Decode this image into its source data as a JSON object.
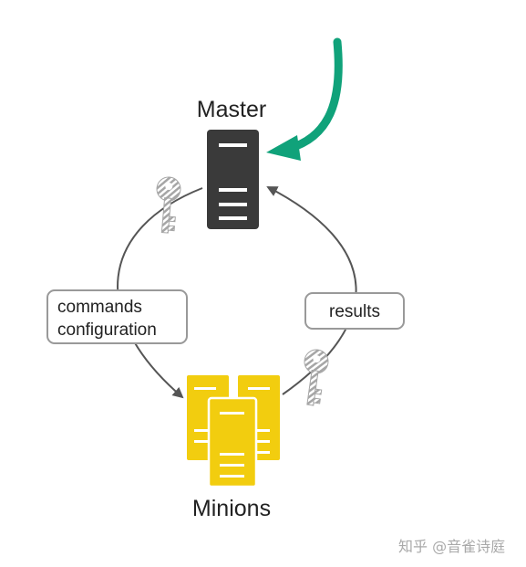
{
  "nodes": {
    "master": {
      "label": "Master",
      "color": "#3a3a3a"
    },
    "minions": {
      "label": "Minions",
      "color": "#f2cd0f"
    }
  },
  "edges": {
    "commands": {
      "line1": "commands",
      "line2": "configuration"
    },
    "results": {
      "label": "results"
    }
  },
  "colors": {
    "input_arrow": "#10a27a",
    "connector": "#555555",
    "key": "#a6a6a6"
  },
  "icons": [
    "server-icon",
    "key-icon",
    "curved-arrow-icon"
  ],
  "watermark": "知乎 @音雀诗庭"
}
